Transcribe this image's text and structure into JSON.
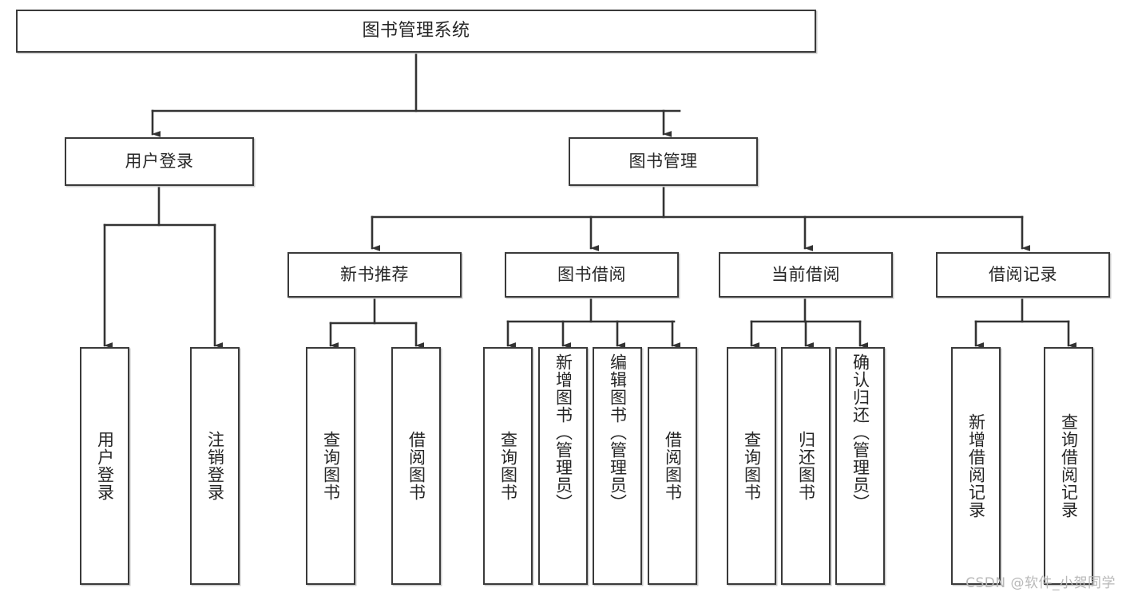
{
  "diagram": {
    "title": "图书管理系统",
    "type": "tree-hierarchy-chart",
    "root": {
      "id": "root",
      "label": "图书管理系统"
    },
    "level1": [
      {
        "id": "user-login",
        "label": "用户登录"
      },
      {
        "id": "book-manage",
        "label": "图书管理"
      }
    ],
    "level2": [
      {
        "id": "new-book-rec",
        "label": "新书推荐",
        "parent": "book-manage"
      },
      {
        "id": "book-borrow",
        "label": "图书借阅",
        "parent": "book-manage"
      },
      {
        "id": "current-borrow",
        "label": "当前借阅",
        "parent": "book-manage"
      },
      {
        "id": "borrow-record",
        "label": "借阅记录",
        "parent": "book-manage"
      }
    ],
    "leaves": [
      {
        "id": "leaf-user-login",
        "label": "用户登录",
        "parent": "user-login"
      },
      {
        "id": "leaf-logout-login",
        "label": "注销登录",
        "parent": "user-login"
      },
      {
        "id": "leaf-query-book-1",
        "label": "查询图书",
        "parent": "new-book-rec"
      },
      {
        "id": "leaf-borrow-book-1",
        "label": "借阅图书",
        "parent": "new-book-rec"
      },
      {
        "id": "leaf-query-book-2",
        "label": "查询图书",
        "parent": "book-borrow"
      },
      {
        "id": "leaf-add-book",
        "label": "新增图书（管理员）",
        "parent": "book-borrow"
      },
      {
        "id": "leaf-edit-book",
        "label": "编辑图书（管理员）",
        "parent": "book-borrow"
      },
      {
        "id": "leaf-borrow-book-2",
        "label": "借阅图书",
        "parent": "book-borrow"
      },
      {
        "id": "leaf-query-book-3",
        "label": "查询图书",
        "parent": "current-borrow"
      },
      {
        "id": "leaf-return-book",
        "label": "归还图书",
        "parent": "current-borrow"
      },
      {
        "id": "leaf-confirm-return",
        "label": "确认归还（管理员）",
        "parent": "current-borrow"
      },
      {
        "id": "leaf-add-record",
        "label": "新增借阅记录",
        "parent": "borrow-record"
      },
      {
        "id": "leaf-query-record",
        "label": "查询借阅记录",
        "parent": "borrow-record"
      }
    ],
    "colors": {
      "background": "#ffffff",
      "node_fill": "#ffffff",
      "node_border": "#3a3a3a",
      "node_shadow": "#c9c9c9",
      "text": "#262626",
      "edge": "#333333",
      "watermark": "#b8b8b8"
    }
  },
  "watermark": {
    "text": "CSDN @软件_小贺同学"
  }
}
